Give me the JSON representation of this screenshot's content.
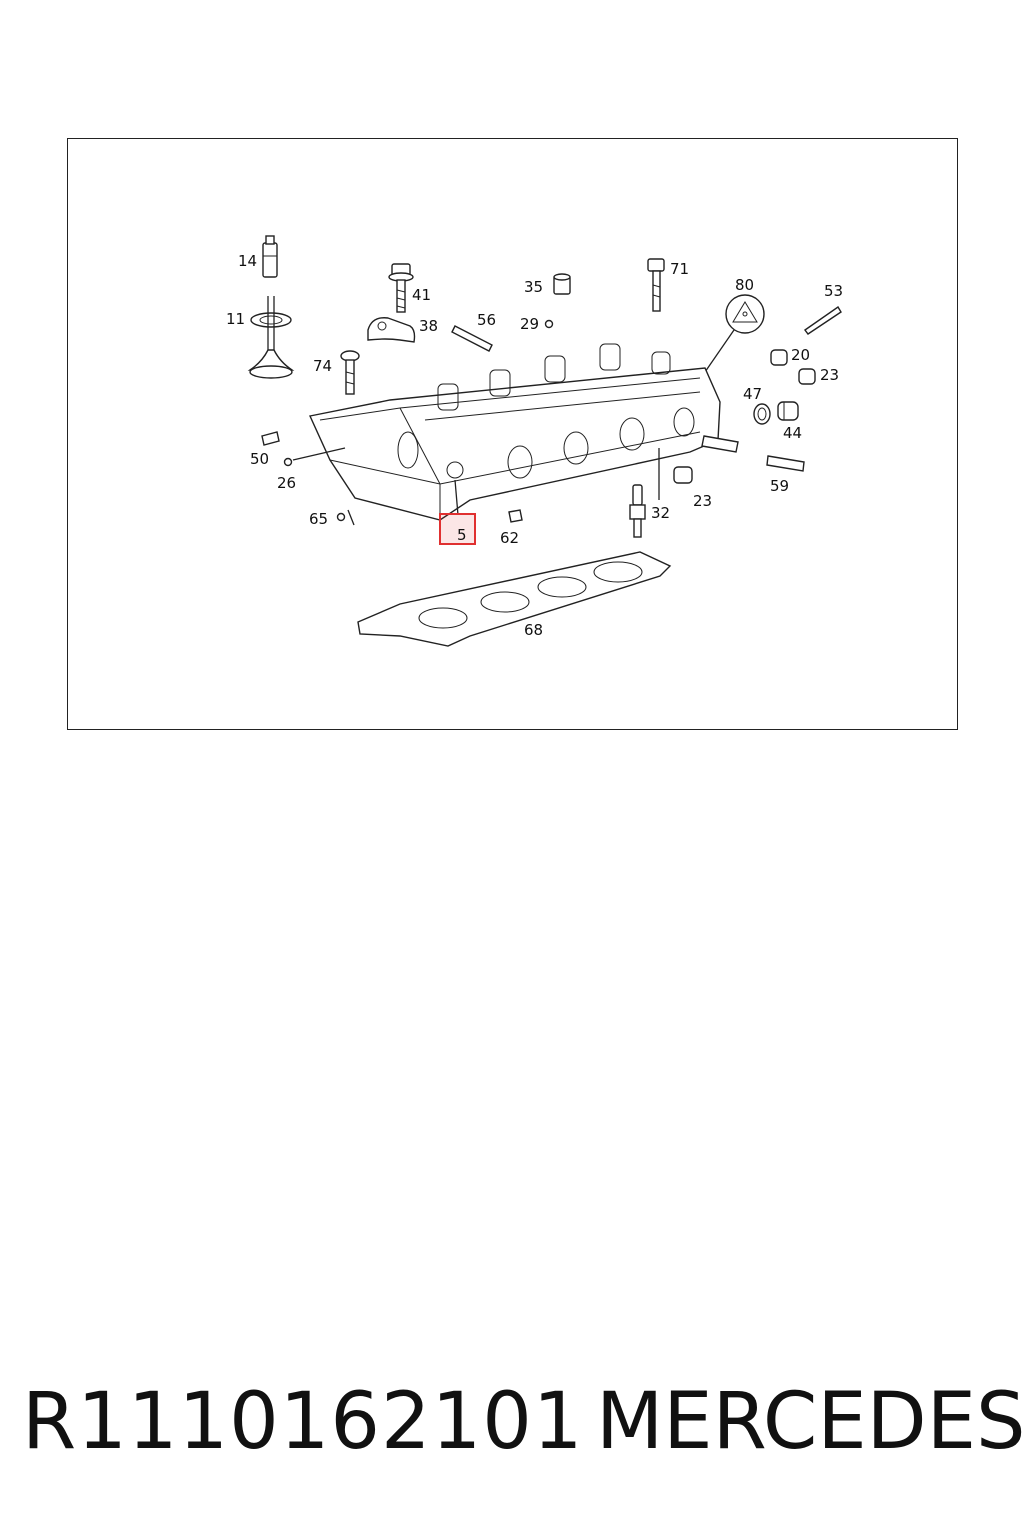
{
  "diagram": {
    "callouts": {
      "c14": "14",
      "c41": "41",
      "c35": "35",
      "c71": "71",
      "c80": "80",
      "c53": "53",
      "c11": "11",
      "c38": "38",
      "c56": "56",
      "c29": "29",
      "c20": "20",
      "c23a": "23",
      "c74": "74",
      "c47": "47",
      "c44": "44",
      "c50": "50",
      "c26": "26",
      "c59": "59",
      "c23b": "23",
      "c32": "32",
      "c65": "65",
      "c5": "5",
      "c62": "62",
      "c68": "68"
    },
    "highlighted_callout": "5",
    "highlight_color": "#e03030"
  },
  "footer": {
    "part_number": "R1110162101",
    "brand": "MERCEDES"
  }
}
